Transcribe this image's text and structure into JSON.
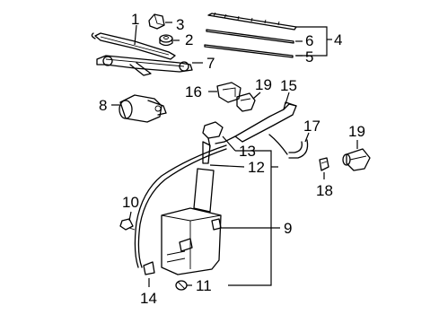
{
  "diagram": {
    "callouts": [
      {
        "id": "c1",
        "text": "1"
      },
      {
        "id": "c2",
        "text": "2"
      },
      {
        "id": "c3",
        "text": "3"
      },
      {
        "id": "c4",
        "text": "4"
      },
      {
        "id": "c5",
        "text": "5"
      },
      {
        "id": "c6",
        "text": "6"
      },
      {
        "id": "c7",
        "text": "7"
      },
      {
        "id": "c8",
        "text": "8"
      },
      {
        "id": "c9",
        "text": "9"
      },
      {
        "id": "c10",
        "text": "10"
      },
      {
        "id": "c11",
        "text": "11"
      },
      {
        "id": "c12",
        "text": "12"
      },
      {
        "id": "c13",
        "text": "13"
      },
      {
        "id": "c14",
        "text": "14"
      },
      {
        "id": "c15",
        "text": "15"
      },
      {
        "id": "c16",
        "text": "16"
      },
      {
        "id": "c17",
        "text": "17"
      },
      {
        "id": "c18",
        "text": "18"
      },
      {
        "id": "c19a",
        "text": "19"
      },
      {
        "id": "c19b",
        "text": "19"
      }
    ],
    "colors": {
      "line": "#000000",
      "background": "#ffffff"
    }
  }
}
